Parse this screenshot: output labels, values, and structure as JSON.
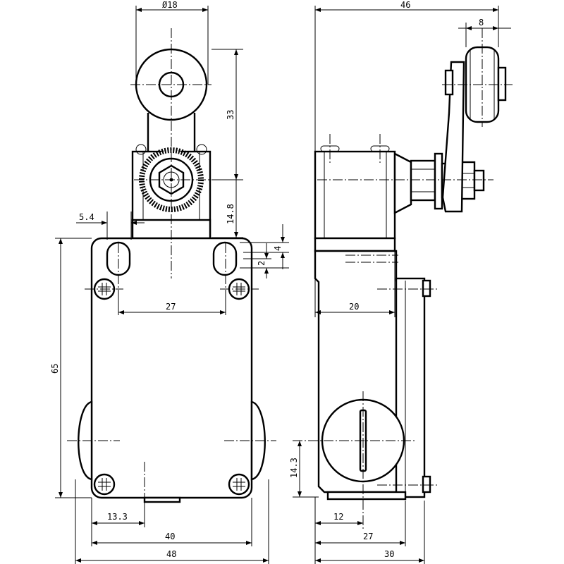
{
  "dimensions": {
    "front_roller_diameter": "Ø18",
    "front_height_lever": "33",
    "front_height_head": "14.8",
    "front_hole_offset": "5.4",
    "front_slot_4": "4",
    "front_slot_2": "2",
    "front_hole_spacing": "27",
    "front_body_height": "65",
    "front_conduit_offset": "13.3",
    "front_mount_width": "40",
    "front_total_width": "48",
    "side_total_width": "46",
    "side_roller_width": "8",
    "side_head_depth": "20",
    "side_cap_height": "14.3",
    "side_cap_offset": "12",
    "side_mount_depth": "27",
    "side_total_depth": "30"
  }
}
